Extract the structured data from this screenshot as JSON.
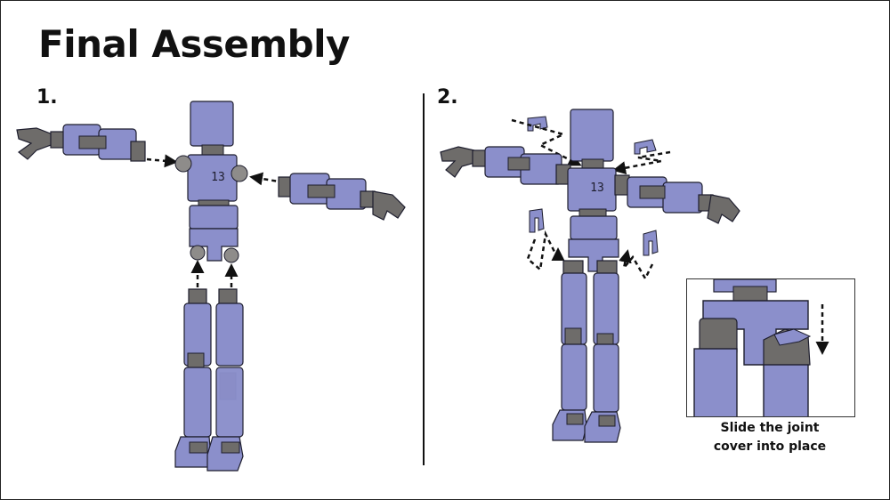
{
  "title": "Final Assembly",
  "steps": [
    {
      "label": "1."
    },
    {
      "label": "2."
    }
  ],
  "torso_number": "13",
  "inset_caption": [
    "Slide the joint",
    "cover into place"
  ],
  "colors": {
    "body_fill": "#8b8fcb",
    "body_shadow": "#6f73b5",
    "body_highlight": "#a9acdc",
    "joint_fill": "#6e6c6a",
    "joint_light": "#8e8c8a",
    "outline": "#1e1e2e",
    "arrow": "#111111"
  }
}
